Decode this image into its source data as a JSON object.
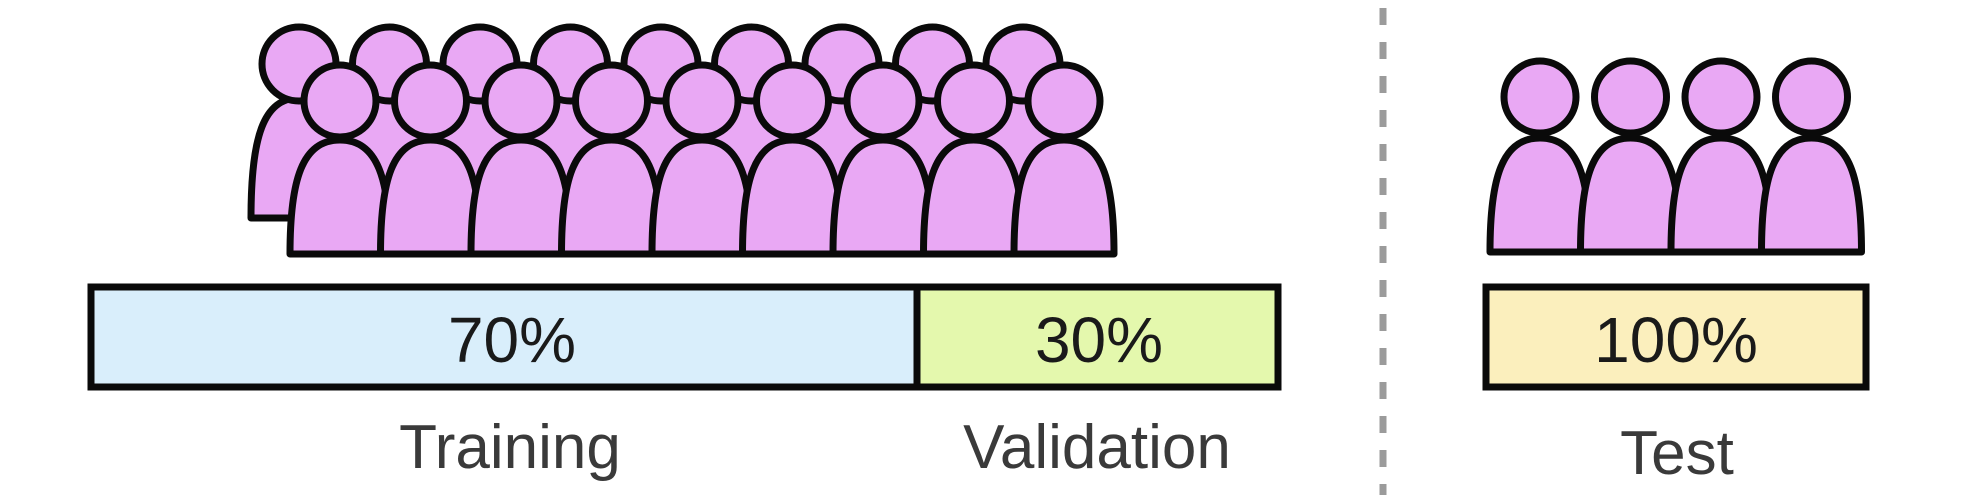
{
  "colors": {
    "person_fill": "#e9a8f4",
    "person_stroke": "#0a0a0a",
    "training_fill": "#d9eefb",
    "validation_fill": "#e4f8ad",
    "test_fill": "#fbefbd",
    "divider": "#9b9b9b"
  },
  "splits": {
    "training": {
      "percent_label": "70%",
      "label": "Training",
      "fraction": 0.7
    },
    "validation": {
      "percent_label": "30%",
      "label": "Validation",
      "fraction": 0.3
    },
    "test": {
      "percent_label": "100%",
      "label": "Test",
      "fraction": 1.0
    }
  },
  "icons": {
    "person": "person-icon"
  },
  "groups": {
    "dev_people_back_count": 9,
    "dev_people_front_count": 9,
    "test_people_count": 4
  }
}
